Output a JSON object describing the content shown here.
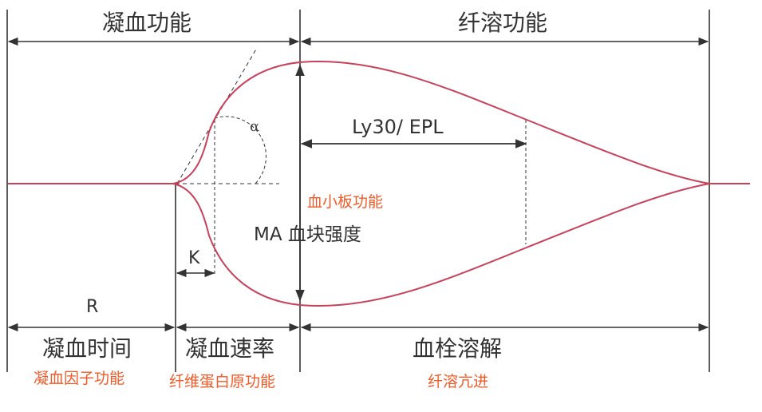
{
  "labels": {
    "coag_function": "凝血功能",
    "fibrinolysis_function": "纤溶功能",
    "alpha": "α",
    "ly30_epl": "Ly30/ EPL",
    "platelet_function": "血小板功能",
    "ma_strength": "MA 血块强度",
    "k": "K",
    "r": "R",
    "coag_time": "凝血时间",
    "coag_rate": "凝血速率",
    "clot_lysis": "血栓溶解",
    "coag_factor_function": "凝血因子功能",
    "fibrinogen_function": "纤维蛋白原功能",
    "hyperfibrinolysis": "纤溶亢进"
  },
  "colors": {
    "curve": "#c8415a",
    "highlight_text": "#f05a28",
    "text": "#333333",
    "lines": "#333333"
  }
}
